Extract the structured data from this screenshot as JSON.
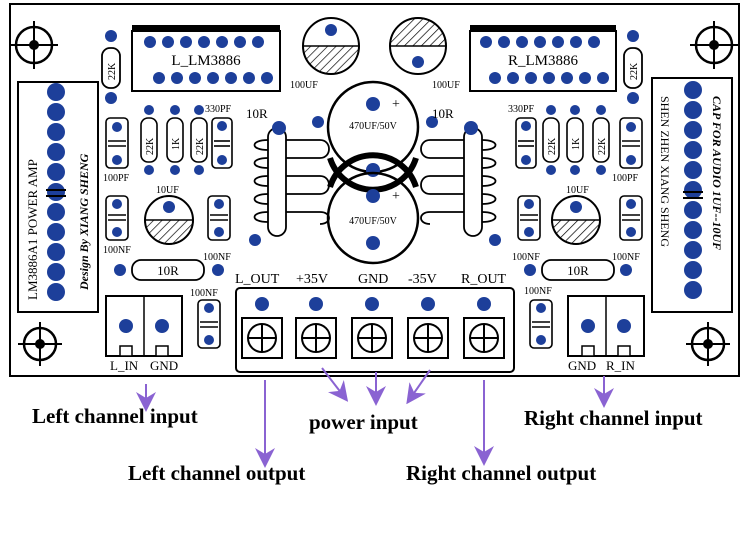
{
  "board": {
    "ic_left": "L_LM3886",
    "ic_right": "R_LM3886",
    "cap_top_left": "100UF",
    "cap_top_right": "100UF",
    "big_cap_top": "470UF/50V",
    "big_cap_bottom": "470UF/50V",
    "plus_sign": "+",
    "r_10r_left": "10R",
    "r_10r_right": "10R",
    "r_10r_bottom_left": "10R",
    "r_10r_bottom_right": "10R",
    "res_22k": "22K",
    "res_1k": "1K",
    "cap_330pf_left": "330PF",
    "cap_330pf_right": "330PF",
    "cap_100pf_left": "100PF",
    "cap_100pf_right": "100PF",
    "cap_10uf_left": "10UF",
    "cap_10uf_right": "10UF",
    "cap_100nf": "100NF",
    "left_side_model": "LM3886A1  POWER AMP",
    "left_side_design": "Design By  XIANG SHENG",
    "right_side_company": "SHEN ZHEN XIANG SHENG",
    "right_side_cap": "CAP FOR AUDIO 1UF--10UF",
    "term_l_out": "L_OUT",
    "term_p35": "+35V",
    "term_gnd": "GND",
    "term_m35": "-35V",
    "term_r_out": "R_OUT",
    "in_l": "L_IN",
    "in_l_gnd": "GND",
    "in_r_gnd": "GND",
    "in_r": "R_IN"
  },
  "callouts": {
    "left_input": "Left channel input",
    "power_input": "power input",
    "right_input": "Right channel input",
    "left_output": "Left channel output",
    "right_output": "Right channel output"
  },
  "colors": {
    "pad": "#1d3f9a",
    "arrow": "#8a63d2",
    "ink": "#000000"
  }
}
